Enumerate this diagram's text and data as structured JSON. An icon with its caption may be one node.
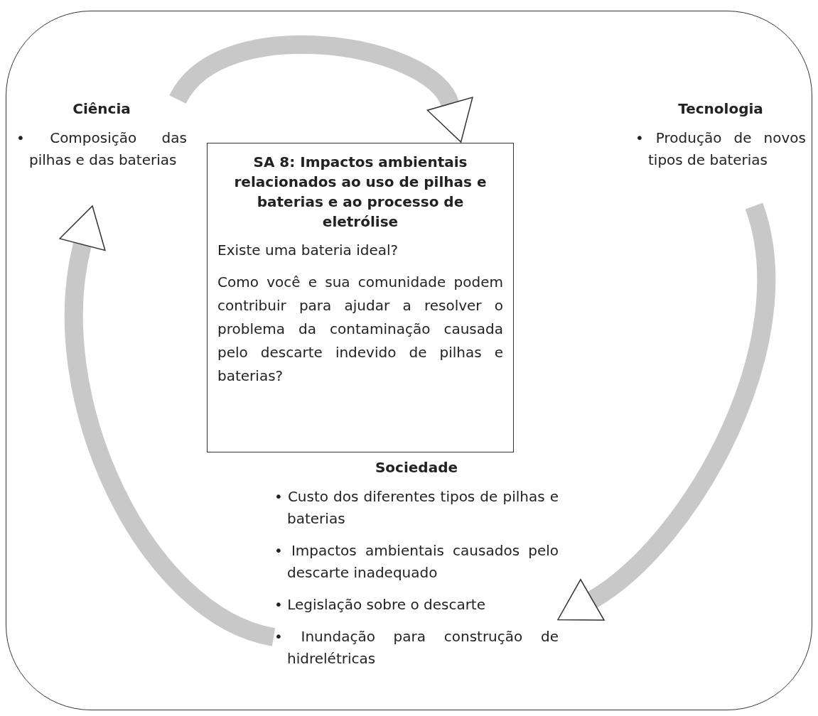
{
  "diagram": {
    "nodes": [
      {
        "text": [],
        "shape": "box"
      },
      {
        "text": [
          "SA 8: Impactos ambientais relacionados ao uso de pilhas e baterias e ao processo de eletrólise",
          "Existe uma bateria ideal?",
          "Como você e sua comunidade podem contribuir para ajudar a resolver o problema da contaminação causada pelo descarte indevido de pilhas e baterias?"
        ],
        "in": 0
      },
      {
        "text": [
          "Ciência",
          "• Composição das pilhas e das baterias"
        ],
        "in": 0
      },
      {
        "text": [
          "Tecnologia",
          "• Produção de novos tipos de baterias"
        ],
        "in": 0
      },
      {
        "text": [
          "Sociedade",
          "• Custo dos diferentes tipos de pilhas e baterias",
          "• Impactos ambientais causados pelo descarte inadequado",
          "• Legislação sobre o descarte",
          "• Inundação para construção de hidrelétricas"
        ],
        "in": 0
      }
    ],
    "edges": [
      {
        "from": 2,
        "to": 1,
        "arrow": "to"
      },
      {
        "from": 3,
        "to": 4,
        "arrow": "to"
      },
      {
        "from": 4,
        "to": 2,
        "arrow": "to"
      }
    ]
  }
}
